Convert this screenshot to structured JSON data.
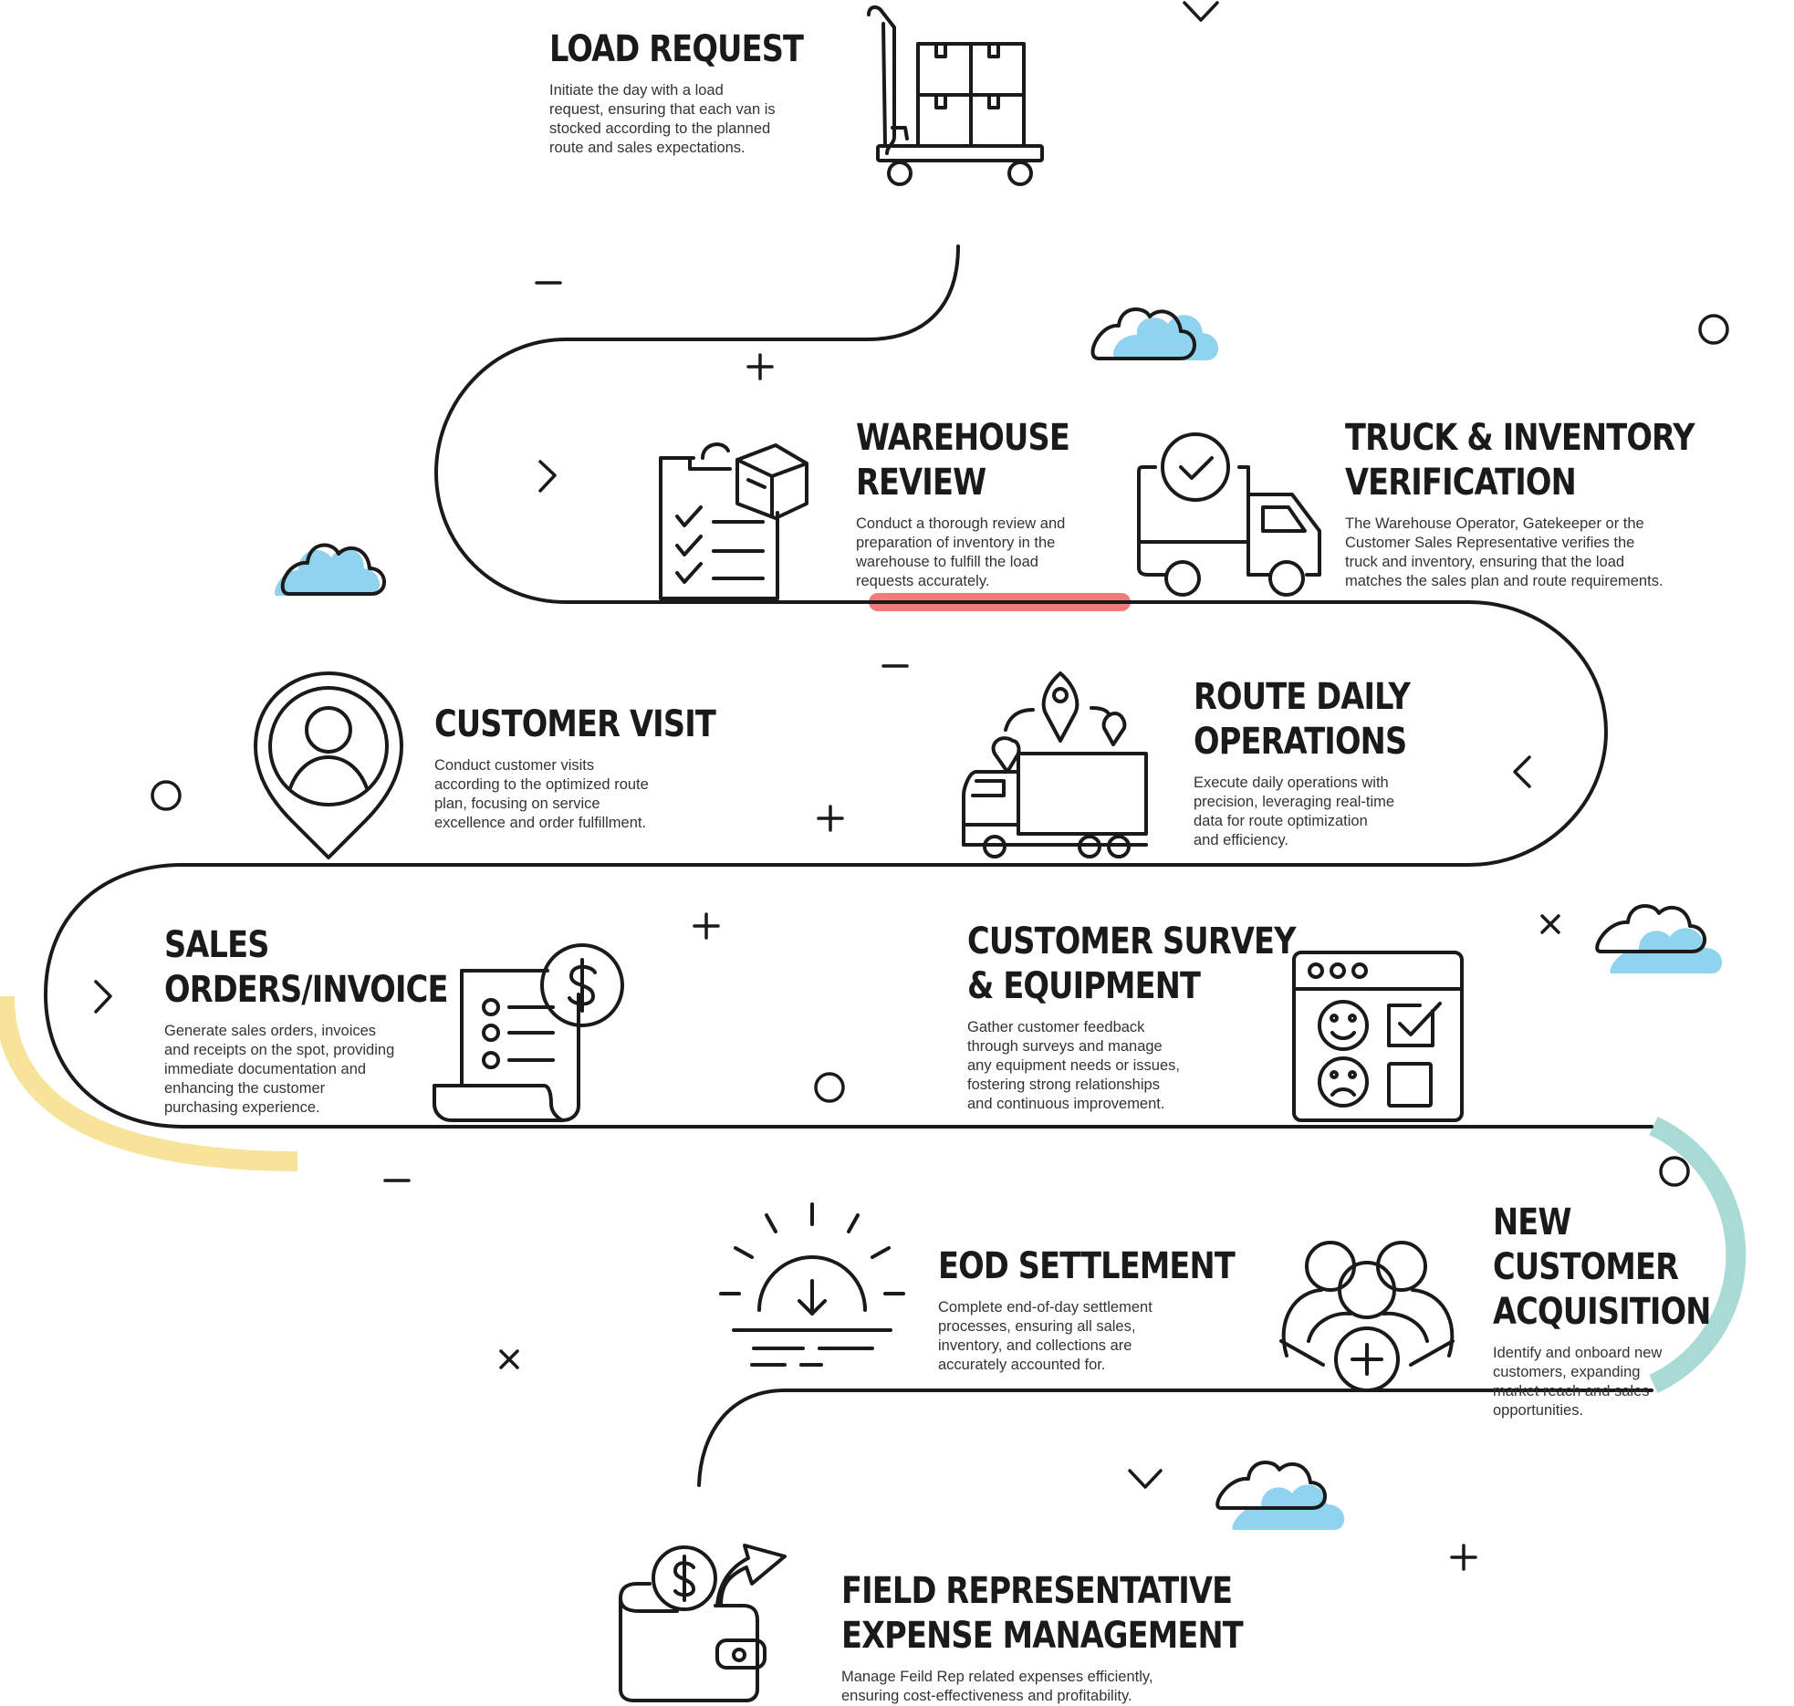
{
  "colors": {
    "line": "#1a1a1a",
    "cloud_fill": "#8fd3ee",
    "highlight_red": "#f07b7b",
    "arc_yellow": "#f7e49a",
    "arc_teal": "#a9dad6"
  },
  "steps": [
    {
      "title": "LOAD REQUEST",
      "description": "Initiate the day with a load\nrequest, ensuring that each van is\nstocked according to the planned\nroute and sales expectations.",
      "icon": "hand-truck-boxes-icon"
    },
    {
      "title": "WAREHOUSE\nREVIEW",
      "description": "Conduct a thorough review and\npreparation of inventory in the\nwarehouse to fulfill the load\nrequests accurately.",
      "icon": "clipboard-checklist-box-icon"
    },
    {
      "title": "TRUCK & INVENTORY\nVERIFICATION",
      "description": "The Warehouse Operator,  Gatekeeper or the\nCustomer Sales Representative  verifies the\ntruck and inventory, ensuring that the load\nmatches the sales plan and route requirements.",
      "icon": "truck-check-icon"
    },
    {
      "title": "ROUTE DAILY\nOPERATIONS",
      "description": "Execute daily operations with\nprecision, leveraging real-time\ndata for route optimization\nand efficiency.",
      "icon": "truck-route-pins-icon"
    },
    {
      "title": "CUSTOMER VISIT",
      "description": "Conduct customer visits\naccording to the optimized route\nplan, focusing on service\nexcellence and order fulfillment.",
      "icon": "customer-location-pin-icon"
    },
    {
      "title": "SALES\nORDERS/INVOICE",
      "description": "Generate sales orders, invoices\nand receipts on the spot, providing\nimmediate documentation and\nenhancing the customer\npurchasing experience.",
      "icon": "invoice-dollar-icon"
    },
    {
      "title": "CUSTOMER SURVEY\n& EQUIPMENT",
      "description": "Gather customer feedback\nthrough surveys and manage\nany equipment needs or issues,\nfostering strong relationships\nand continuous improvement.",
      "icon": "survey-window-icon"
    },
    {
      "title": "NEW CUSTOMER\nACQUISITION",
      "description": "Identify and onboard new\ncustomers, expanding\nmarket reach and sales\nopportunities.",
      "icon": "add-customer-group-icon"
    },
    {
      "title": "EOD SETTLEMENT",
      "description": "Complete end-of-day settlement\nprocesses, ensuring all sales,\ninventory, and collections are\naccurately accounted for.",
      "icon": "sunset-download-icon"
    },
    {
      "title": "FIELD REPRESENTATIVE\nEXPENSE MANAGEMENT",
      "description": "Manage Feild Rep related expenses efficiently,\nensuring cost-effectiveness and profitability.",
      "icon": "wallet-dollar-icon"
    }
  ]
}
